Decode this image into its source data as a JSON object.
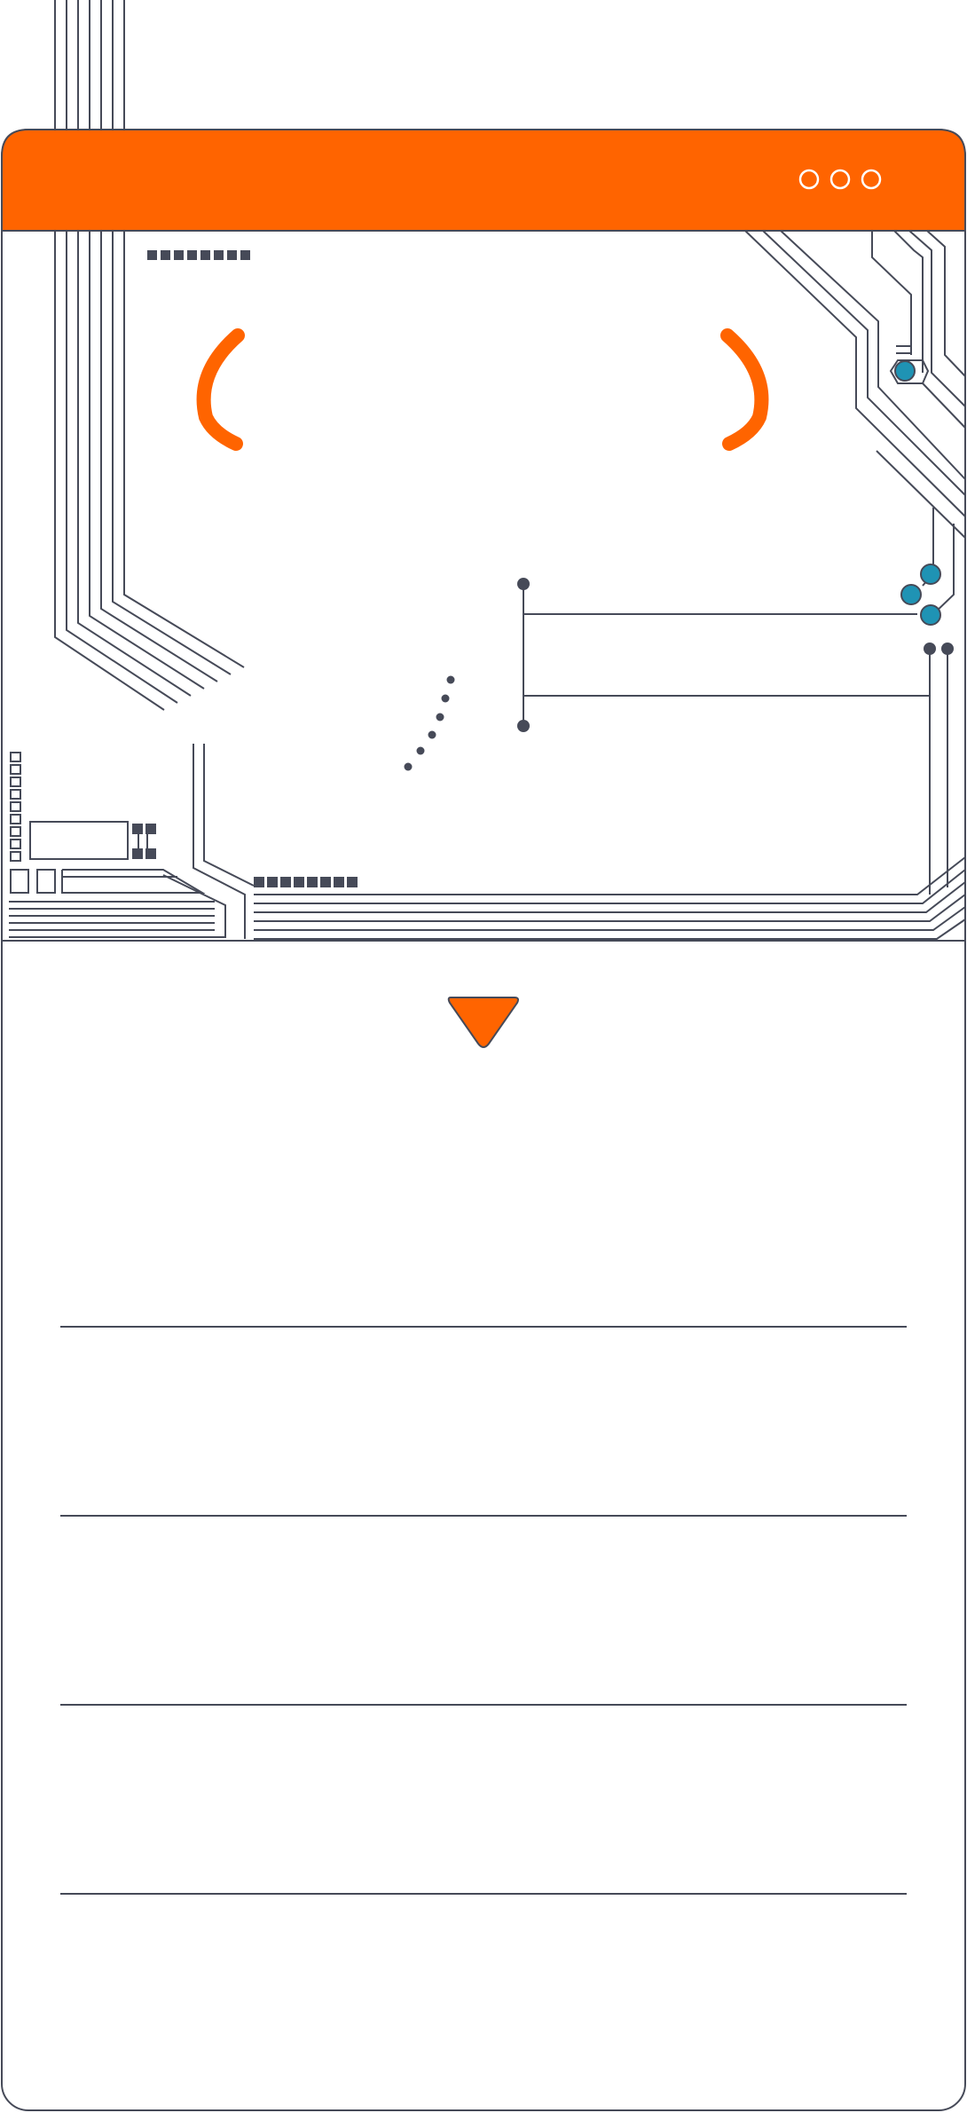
{
  "window": {
    "title": "",
    "controls": [
      "window-control-dot",
      "window-control-dot",
      "window-control-dot"
    ]
  },
  "illustration": {
    "icons": [
      "circuit-board-illustration",
      "code-bracket-open-icon",
      "code-bracket-close-icon",
      "loading-dots-icon"
    ]
  },
  "dropdown": {
    "icon": "triangle-down-icon"
  },
  "list": {
    "rows": [
      "",
      "",
      "",
      "",
      ""
    ]
  },
  "colors": {
    "accent": "#ff6400",
    "stroke": "#464a58",
    "node": "#1f93b4",
    "background": "#ffffff"
  }
}
